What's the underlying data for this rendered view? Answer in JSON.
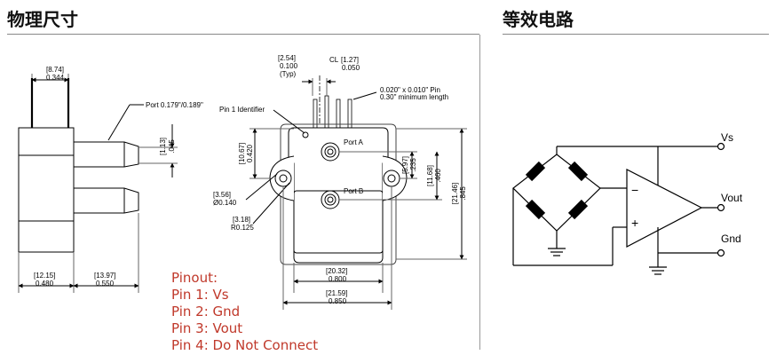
{
  "headings": {
    "left": "物理尺寸",
    "right": "等效电路"
  },
  "dims": {
    "d874": "[8.74]",
    "d0344": "0.344",
    "port": "Port 0.179\"/0.189\"",
    "d113": "[1.13]",
    "d045": ".045",
    "d1215": "[12.15]",
    "d0480": "0.480",
    "d1397": "[13.97]",
    "d0550": "0.550",
    "d254": "[2.54]",
    "d0100": "0.100",
    "typ": "(Typ)",
    "cl": "CL",
    "d127": "[1.27]",
    "d0050": "0.050",
    "pin_a": "0.020\" x 0.010\" Pin",
    "pin_b": "0.30\" minimum length",
    "pin1id": "Pin 1 Identifier",
    "d1067": "[10.67]",
    "d0420": "0.420",
    "d356": "[3.56]",
    "d0140": "Ø0.140",
    "d318": "[3.18]",
    "r0125": "R0.125",
    "d597": "[5.97]",
    "d235": ".235",
    "d1168": "[11.68]",
    "d460": ".460",
    "d2146": "[21.46]",
    "d845": ".845",
    "d2032": "[20.32]",
    "d0800": "0.800",
    "d2159": "[21.59]",
    "d0850": "0.850",
    "porta": "Port A",
    "portb": "Port B"
  },
  "pinout": [
    "Pinout:",
    "Pin 1: Vs",
    "Pin 2: Gnd",
    "Pin 3: Vout",
    "Pin 4: Do Not Connect"
  ],
  "circuit": {
    "vs": "Vs",
    "vout": "Vout",
    "gnd": "Gnd",
    "minus": "−",
    "plus": "+"
  }
}
